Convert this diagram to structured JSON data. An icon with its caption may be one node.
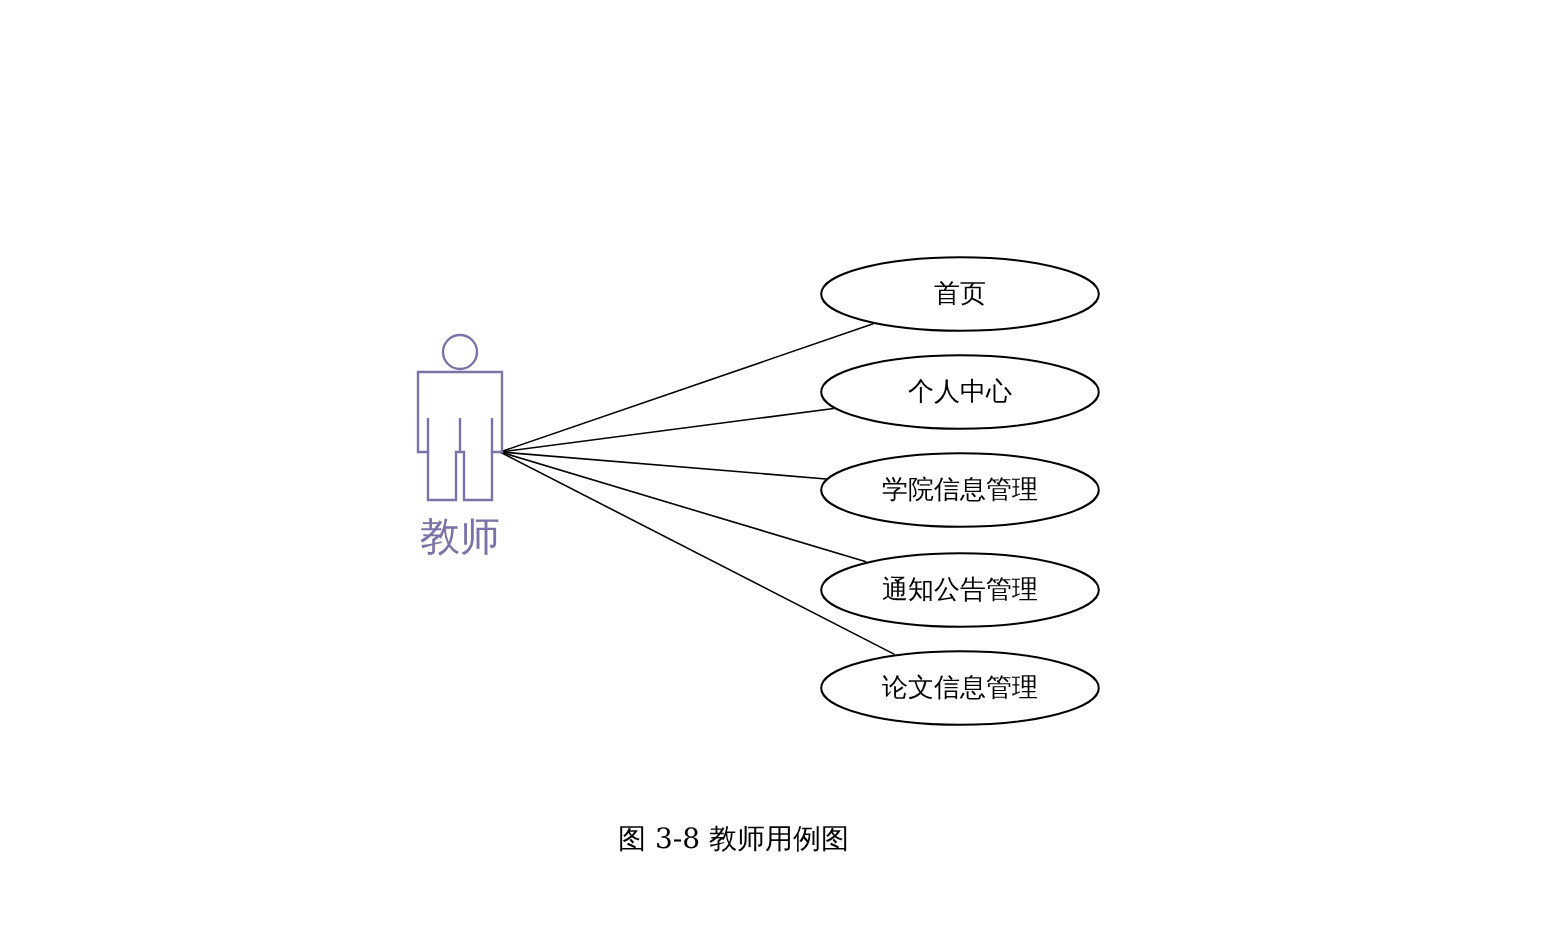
{
  "diagram": {
    "caption": "图 3-8  教师用例图",
    "nodes": [
      {
        "text": [
          "教师"
        ]
      },
      {
        "text": [
          "首页"
        ]
      },
      {
        "text": [
          "个人中心"
        ]
      },
      {
        "text": [
          "学院信息管理"
        ]
      },
      {
        "text": [
          "通知公告管理"
        ]
      },
      {
        "text": [
          "论文信息管理"
        ]
      }
    ],
    "edges": [
      {
        "from": 0,
        "to": 1,
        "arrow": "none"
      },
      {
        "from": 0,
        "to": 2,
        "arrow": "none"
      },
      {
        "from": 0,
        "to": 3,
        "arrow": "none"
      },
      {
        "from": 0,
        "to": 4,
        "arrow": "none"
      },
      {
        "from": 0,
        "to": 5,
        "arrow": "none"
      }
    ]
  }
}
